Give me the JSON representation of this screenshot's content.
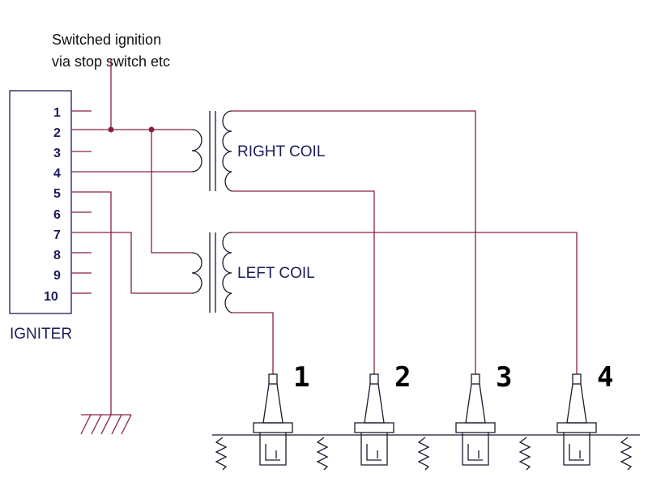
{
  "diagram": {
    "note_line1": "Switched ignition",
    "note_line2": "via stop switch etc",
    "igniter_label": "IGNITER",
    "igniter_pins": [
      "1",
      "2",
      "3",
      "4",
      "5",
      "6",
      "7",
      "8",
      "9",
      "10"
    ],
    "right_coil_label": "RIGHT COIL",
    "left_coil_label": "LEFT COIL",
    "spark_plugs": [
      "1",
      "2",
      "3",
      "4"
    ],
    "colors": {
      "wire": "#8a2040",
      "component": "#1a1a2e",
      "label": "#1c1c5a"
    }
  }
}
